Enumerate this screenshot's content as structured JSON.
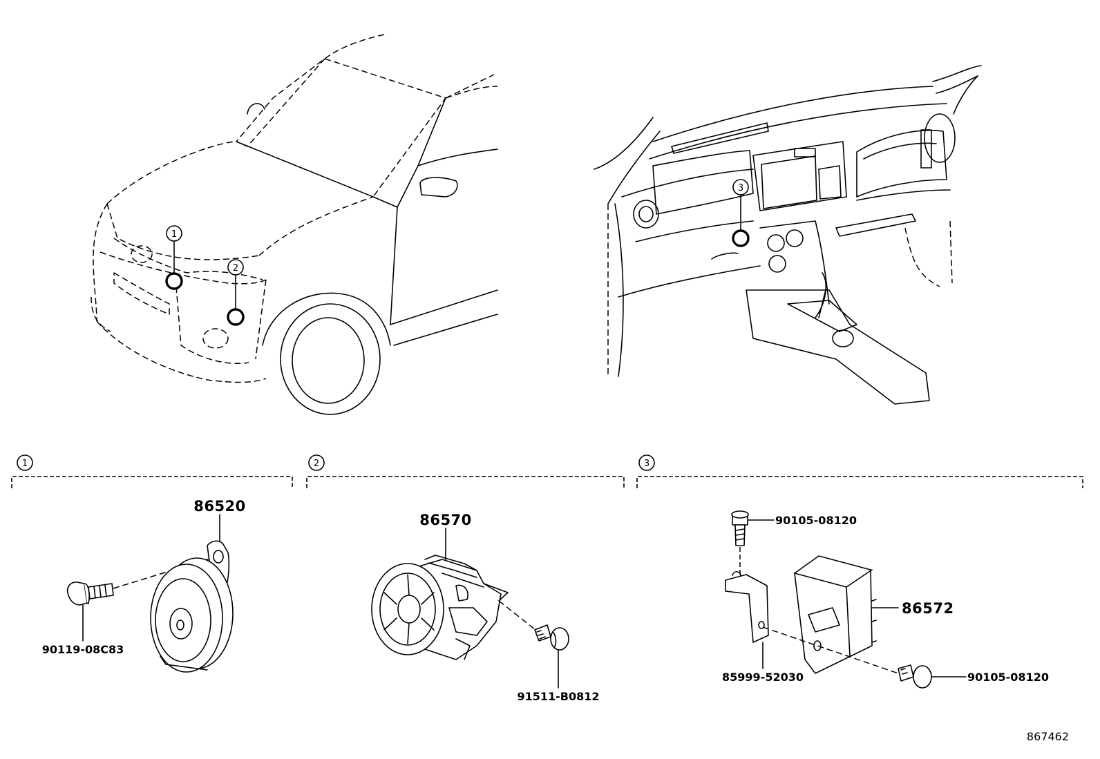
{
  "callouts": {
    "c1": "1",
    "c2": "2",
    "c3": "3"
  },
  "sections": [
    {
      "id": "1",
      "parts": [
        "86520",
        "90119-08C83"
      ]
    },
    {
      "id": "2",
      "parts": [
        "86570",
        "91511-B0812"
      ]
    },
    {
      "id": "3",
      "parts": [
        "90105-08120",
        "86572",
        "85999-52030",
        "90105-08120"
      ]
    }
  ],
  "labels": {
    "p86520": "86520",
    "p90119": "90119-08C83",
    "p86570": "86570",
    "p91511": "91511-B0812",
    "p90105_top": "90105-08120",
    "p86572": "86572",
    "p85999": "85999-52030",
    "p90105_bottom": "90105-08120"
  },
  "reference_number": "867462"
}
